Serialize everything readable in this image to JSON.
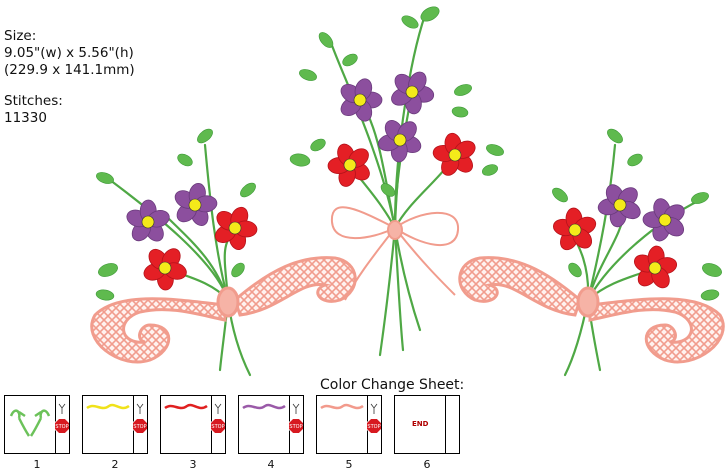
{
  "info": {
    "size_label": "Size:",
    "size_in": "9.05\"(w) x 5.56\"(h)",
    "size_mm": "(229.9 x 141.1mm)",
    "stitches_label": "Stitches:",
    "stitches_value": "11330"
  },
  "sheet": {
    "title": "Color Change Sheet:",
    "stop_label": "STOP",
    "end_label": "END",
    "swatches": [
      {
        "number": "1",
        "color": "#6cc25a"
      },
      {
        "number": "2",
        "color": "#f0e21a"
      },
      {
        "number": "3",
        "color": "#e02020"
      },
      {
        "number": "4",
        "color": "#9a5aa8"
      },
      {
        "number": "5",
        "color": "#f29a8c"
      },
      {
        "number": "6",
        "color": ""
      }
    ]
  },
  "colors": {
    "leaf": "#5fba4e",
    "stem": "#4fa845",
    "red": "#e41f25",
    "purple": "#8c4f9e",
    "yellow": "#f4ea1a",
    "ribbon": "#f19c8d"
  }
}
